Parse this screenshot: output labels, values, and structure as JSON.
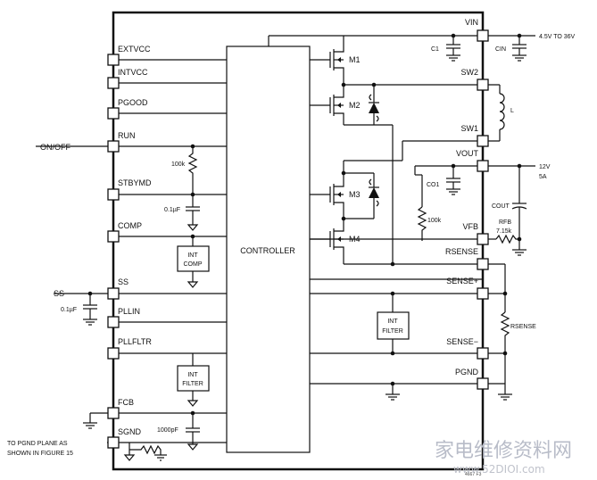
{
  "left_pins": [
    "EXTVCC",
    "INTVCC",
    "PGOOD",
    "RUN",
    "STBYMD",
    "COMP",
    "SS",
    "PLLIN",
    "PLLFLTR",
    "FCB",
    "SGND"
  ],
  "right_pins": [
    "VIN",
    "SW2",
    "SW1",
    "VOUT",
    "VFB",
    "RSENSE",
    "SENSE+",
    "SENSE−",
    "PGND"
  ],
  "controller_label": "CONTROLLER",
  "mosfets": [
    "M1",
    "M2",
    "M3",
    "M4"
  ],
  "blocks": {
    "int_comp": [
      "INT",
      "COMP"
    ],
    "int_filter_left": [
      "INT",
      "FILTER"
    ],
    "int_filter_right": [
      "INT",
      "FILTER"
    ]
  },
  "external": {
    "on_off": "ON/OFF",
    "ss": "SS",
    "to_pgnd_line1": "TO PGND PLANE AS",
    "to_pgnd_line2": "SHOWN IN FIGURE 15",
    "input_voltage": "4.5V TO 36V",
    "output_v": "12V",
    "output_a": "5A"
  },
  "components": {
    "r_100k_left": "100k",
    "c_01uf_stby": "0.1µF",
    "c_01uf_ss": "0.1µF",
    "c_1000pf": "1000pF",
    "c1": "C1",
    "cin": "CIN",
    "inductor": "L",
    "co1": "CO1",
    "cout": "COUT",
    "rfb": "RFB",
    "rfb_value": "7.15k",
    "r_100k_right": "100k",
    "rsense": "RSENSE"
  },
  "figure_code": "4667 F3",
  "watermark": "家电维修资料网",
  "watermark_url": "www.52DIOI.com"
}
